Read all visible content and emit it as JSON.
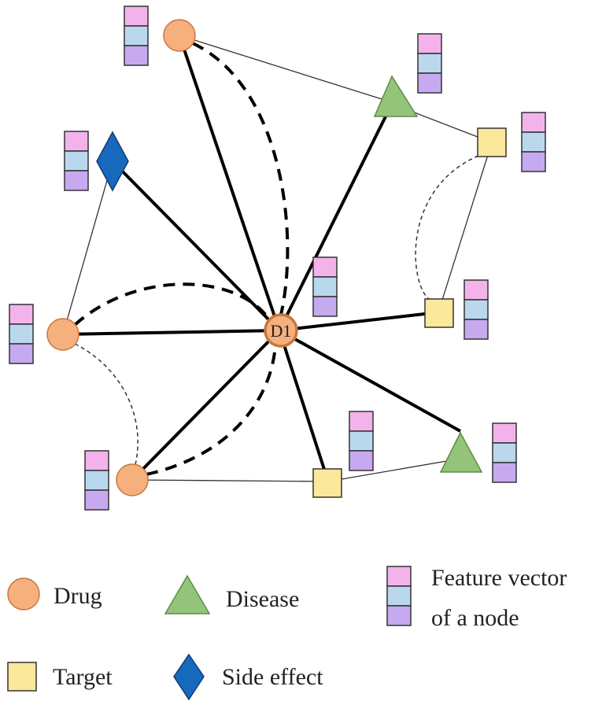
{
  "center_node": {
    "label": "D1",
    "type": "drug"
  },
  "node_types": {
    "drug": {
      "shape": "circle",
      "fill": "#F5B07E",
      "stroke": "#C7773E"
    },
    "disease": {
      "shape": "triangle",
      "fill": "#94C47A",
      "stroke": "#5E8A47"
    },
    "target": {
      "shape": "square",
      "fill": "#FCE89A",
      "stroke": "#333333"
    },
    "side_effect": {
      "shape": "diamond",
      "fill": "#1769BE",
      "stroke": "#0E3E73"
    }
  },
  "feature_vector_colors": [
    "#F3B3EA",
    "#B9D8EE",
    "#C7A9EF"
  ],
  "nodes": [
    {
      "id": "drug_top",
      "type": "drug"
    },
    {
      "id": "disease_top",
      "type": "disease"
    },
    {
      "id": "target_top",
      "type": "target"
    },
    {
      "id": "side_effect",
      "type": "side_effect"
    },
    {
      "id": "drug_left",
      "type": "drug"
    },
    {
      "id": "target_right",
      "type": "target"
    },
    {
      "id": "drug_bottom",
      "type": "drug"
    },
    {
      "id": "target_bottom",
      "type": "target"
    },
    {
      "id": "disease_bottom",
      "type": "disease"
    }
  ],
  "edges": [
    {
      "from": "D1",
      "to": "drug_top",
      "style": "solid"
    },
    {
      "from": "D1",
      "to": "disease_top",
      "style": "solid"
    },
    {
      "from": "D1",
      "to": "side_effect",
      "style": "solid"
    },
    {
      "from": "D1",
      "to": "drug_left",
      "style": "solid"
    },
    {
      "from": "D1",
      "to": "target_right",
      "style": "solid"
    },
    {
      "from": "D1",
      "to": "drug_bottom",
      "style": "solid"
    },
    {
      "from": "D1",
      "to": "target_bottom",
      "style": "solid"
    },
    {
      "from": "D1",
      "to": "disease_bottom",
      "style": "solid"
    },
    {
      "from": "D1",
      "to": "drug_top",
      "style": "dashed"
    },
    {
      "from": "D1",
      "to": "drug_left",
      "style": "dashed"
    },
    {
      "from": "D1",
      "to": "drug_bottom",
      "style": "dashed"
    },
    {
      "from": "drug_top",
      "to": "disease_top",
      "style": "thin"
    },
    {
      "from": "disease_top",
      "to": "target_top",
      "style": "thin"
    },
    {
      "from": "target_top",
      "to": "target_right",
      "style": "thin"
    },
    {
      "from": "target_top",
      "to": "target_right",
      "style": "thin-dashed"
    },
    {
      "from": "side_effect",
      "to": "drug_left",
      "style": "thin"
    },
    {
      "from": "drug_left",
      "to": "drug_bottom",
      "style": "thin-dashed"
    },
    {
      "from": "drug_bottom",
      "to": "target_bottom",
      "style": "thin"
    },
    {
      "from": "target_bottom",
      "to": "disease_bottom",
      "style": "thin"
    }
  ],
  "legend": {
    "drug": "Drug",
    "disease": "Disease",
    "feature_vector_line1": "Feature vector",
    "feature_vector_line2": "of a node",
    "target": "Target",
    "side_effect": "Side effect"
  }
}
